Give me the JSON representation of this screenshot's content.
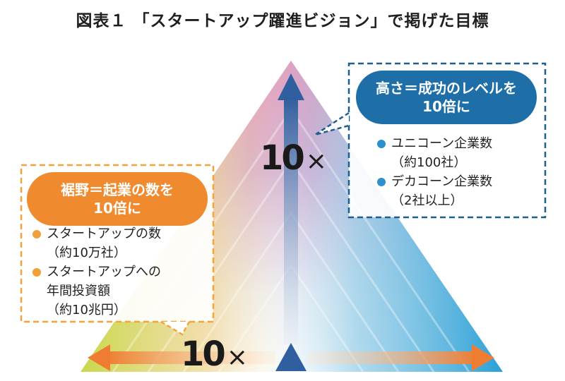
{
  "title": "図表１ 「スタートアップ躍進ビジョン」で掲げた目標",
  "vertical_multiplier": {
    "number": "10",
    "times": "×"
  },
  "horizontal_multiplier": {
    "number": "10",
    "times": "×"
  },
  "height_callout": {
    "heading_line1": "高さ＝成功のレベルを",
    "heading_line2": "10倍に",
    "items": [
      {
        "line1": "ユニコーン企業数",
        "line2": "（約100社）"
      },
      {
        "line1": "デカコーン企業数",
        "line2": "（2社以上）"
      }
    ]
  },
  "base_callout": {
    "heading_line1": "裾野＝起業の数を",
    "heading_line2": "10倍に",
    "items": [
      {
        "line1": "スタートアップの数",
        "line2": "（約10万社）"
      },
      {
        "line1": "スタートアップへの",
        "line2": "年間投資額",
        "line3": "（約10兆円）"
      }
    ]
  },
  "colors": {
    "apex": "#d9679c",
    "bottom_left": "#c9d84a",
    "bottom_right": "#2aa0d6",
    "blue_accent": "#1e6fa8",
    "orange_accent": "#ef8a2e",
    "dashed_blue": "#1e5f8e",
    "dashed_orange": "#f3a53c"
  }
}
